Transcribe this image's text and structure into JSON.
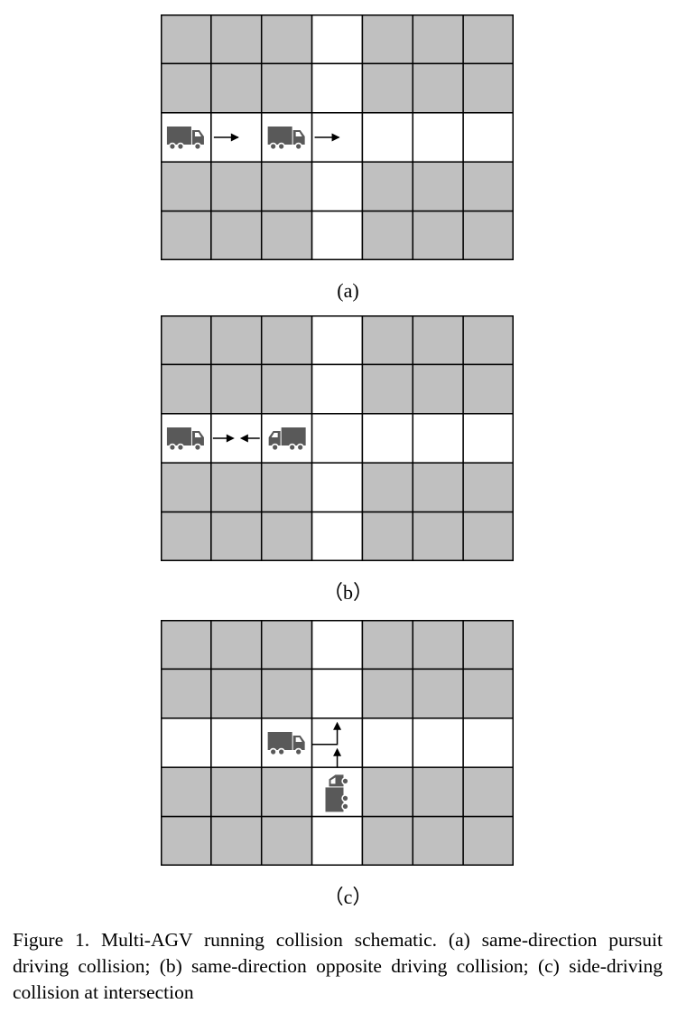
{
  "figure": {
    "panels": [
      {
        "id": "a",
        "label": "(a)",
        "description_road": "horizontal road row 3 and vertical road column 4",
        "agvs": [
          {
            "name": "agv-1",
            "row": 3,
            "col": 1,
            "heading": "right"
          },
          {
            "name": "agv-2",
            "row": 3,
            "col": 3,
            "heading": "right"
          }
        ],
        "arrows": [
          {
            "row": 3,
            "col": 2,
            "type": "right"
          },
          {
            "row": 3,
            "col": 4,
            "type": "right"
          }
        ]
      },
      {
        "id": "b",
        "label": "（b）",
        "agvs": [
          {
            "name": "agv-1",
            "row": 3,
            "col": 1,
            "heading": "right"
          },
          {
            "name": "agv-2",
            "row": 3,
            "col": 3,
            "heading": "left"
          }
        ],
        "arrows": [
          {
            "row": 3,
            "col": 2,
            "type": "converge"
          }
        ]
      },
      {
        "id": "c",
        "label": "（c）",
        "agvs": [
          {
            "name": "agv-1",
            "row": 3,
            "col": 3,
            "heading": "right"
          },
          {
            "name": "agv-2",
            "row": 4,
            "col": 4,
            "heading": "up"
          }
        ],
        "arrows": [
          {
            "row": 3,
            "col": 4,
            "type": "turn-up"
          },
          {
            "row": 3,
            "col": 4,
            "type": "up"
          }
        ]
      }
    ],
    "grid": {
      "rows": 5,
      "cols": 7,
      "road_row": 3,
      "road_col": 4
    },
    "colors": {
      "obstacle": "#c0c0c0",
      "road": "#ffffff",
      "line": "#000000",
      "truck": "#595959"
    }
  },
  "caption": {
    "text": "Figure 1.  Multi-AGV running collision schematic. (a) same-direction pursuit driving collision; (b) same-direction opposite driving collision; (c) side-driving collision at intersection"
  }
}
